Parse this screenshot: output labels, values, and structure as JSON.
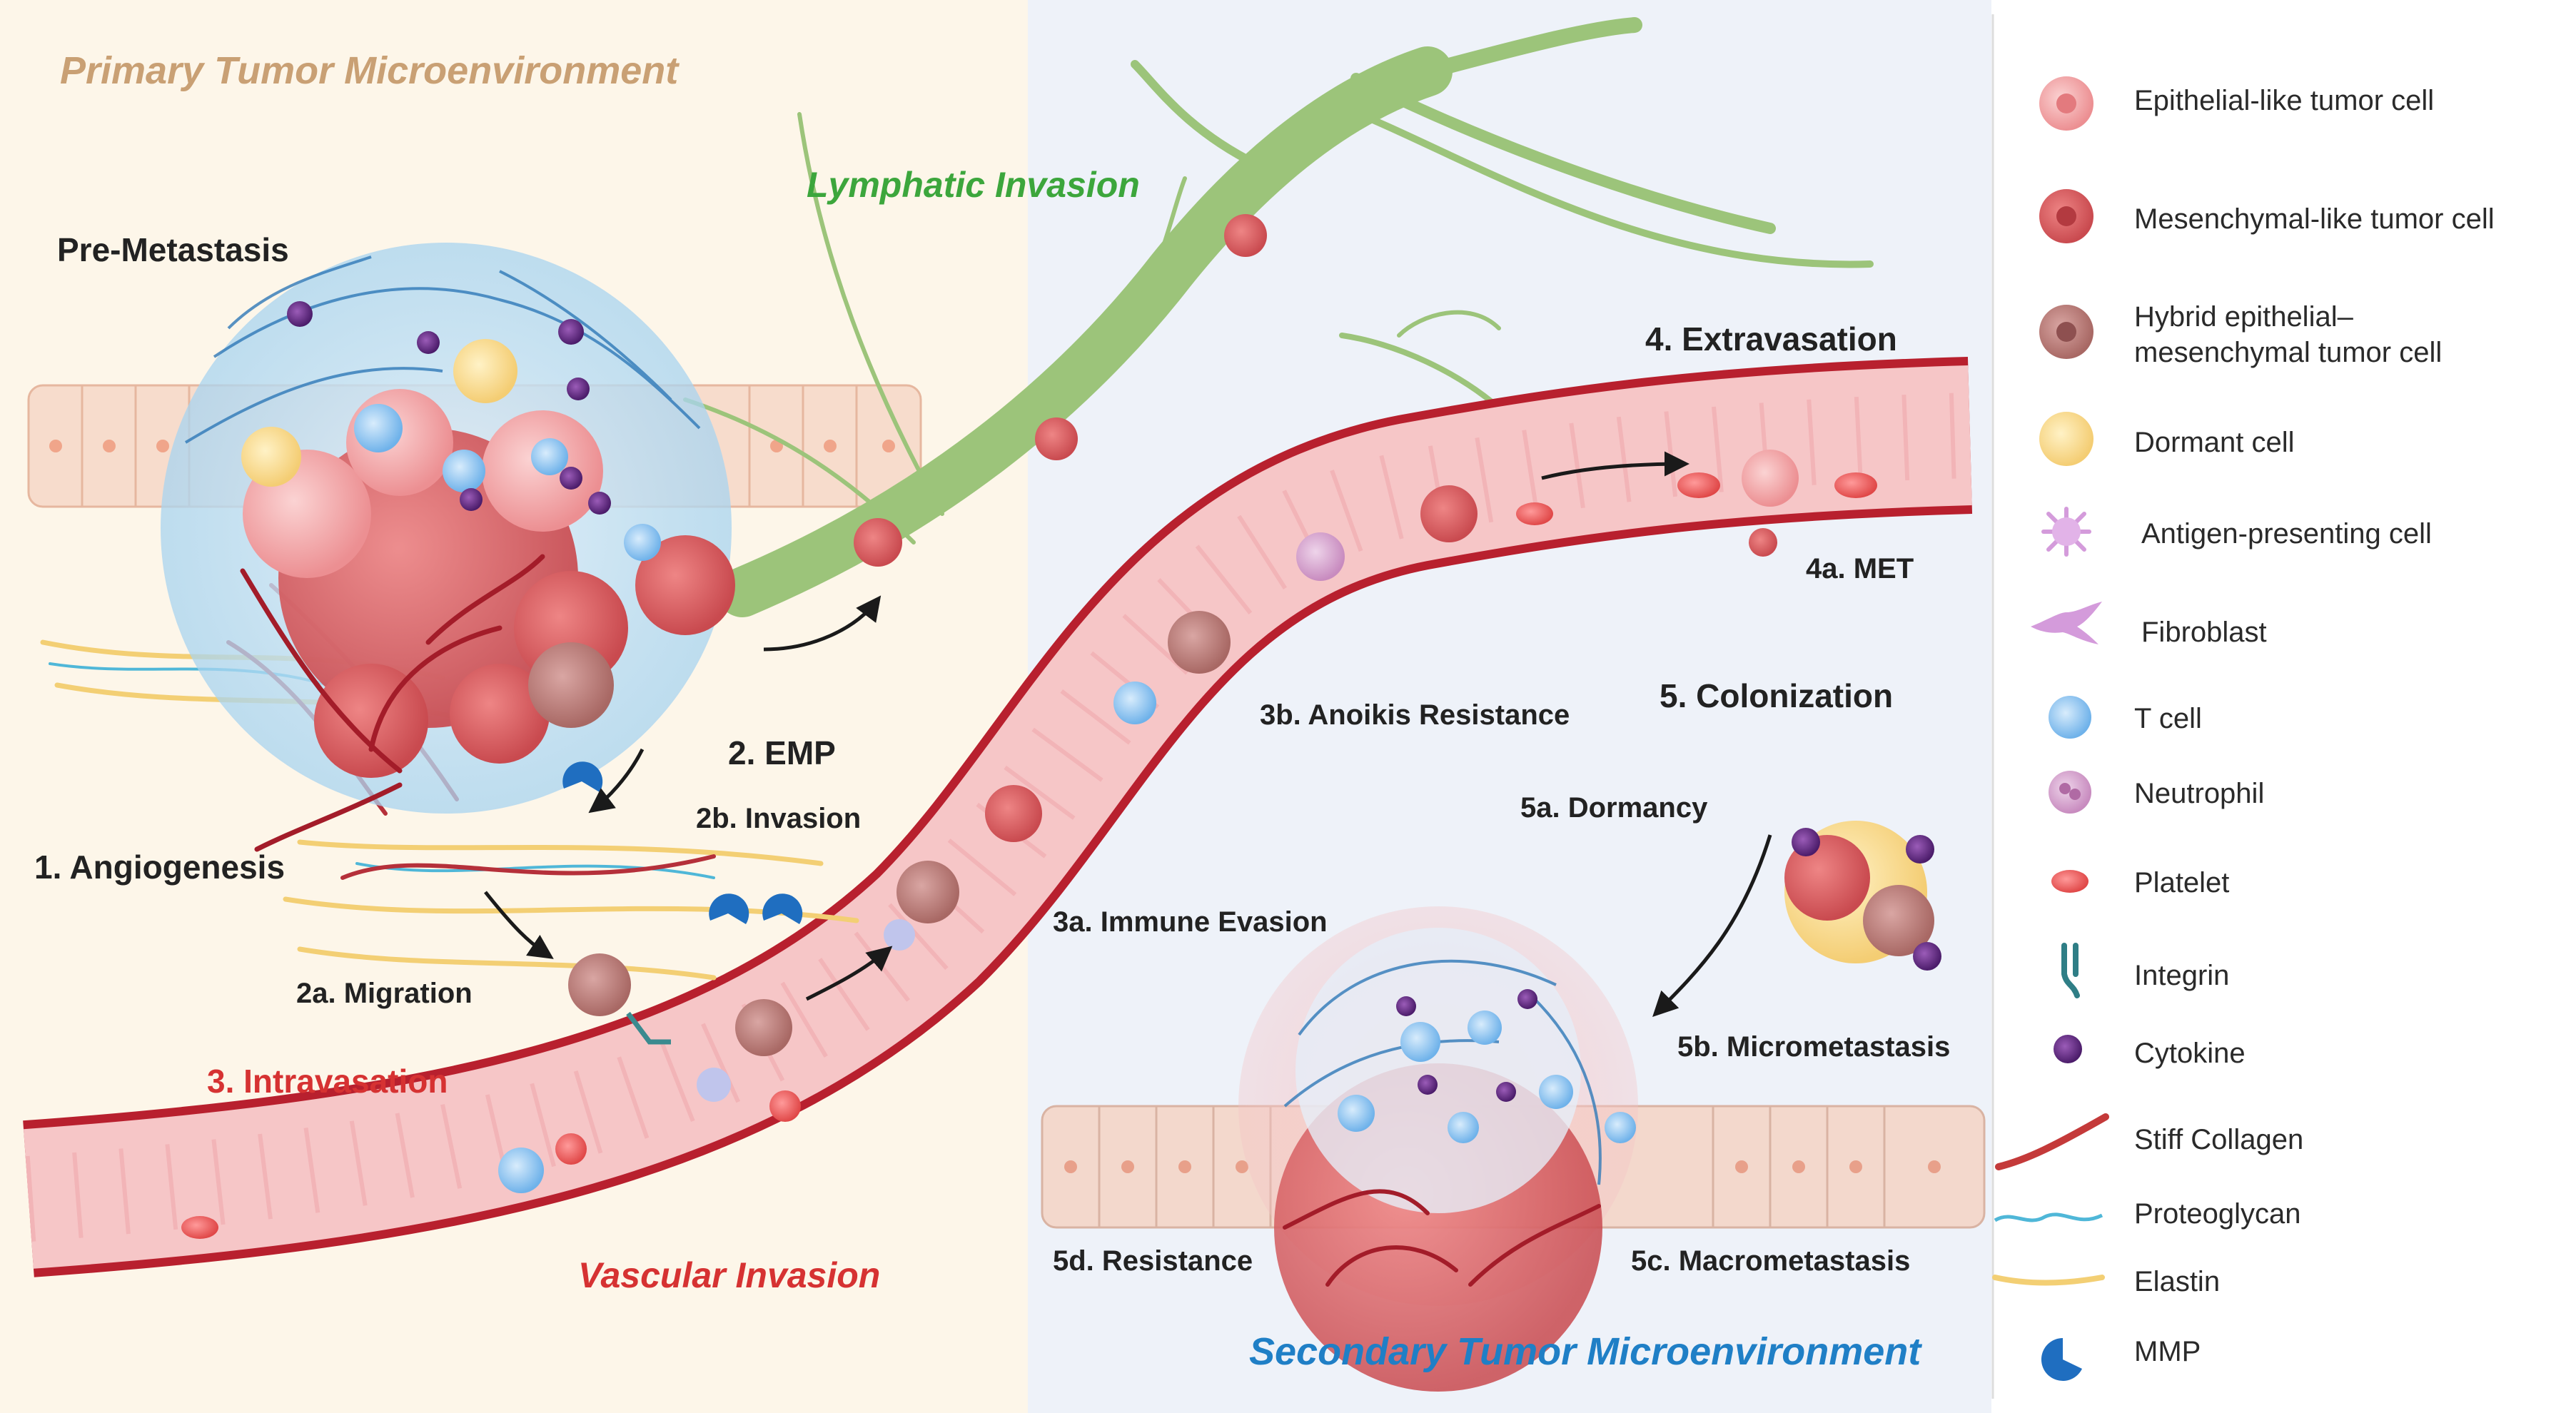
{
  "regions": {
    "primary": "Primary Tumor Microenvironment",
    "secondary": "Secondary Tumor Microenvironment",
    "lymphatic": "Lymphatic Invasion",
    "vascular": "Vascular Invasion"
  },
  "labels": {
    "pre_metastasis": "Pre-Metastasis",
    "angiogenesis": "1.  Angiogenesis",
    "emp": "2. EMP",
    "invasion_2b": "2b. Invasion",
    "migration_2a": "2a. Migration",
    "intravasation": "3. Intravasation",
    "immune_evasion_3a": "3a. Immune Evasion",
    "anoikis_3b": "3b. Anoikis Resistance",
    "extravasation": "4. Extravasation",
    "met_4a": "4a. MET",
    "colonization": "5. Colonization",
    "dormancy_5a": "5a. Dormancy",
    "micrometastasis_5b": "5b. Micrometastasis",
    "macrometastasis_5c": "5c. Macrometastasis",
    "resistance_5d": "5d. Resistance"
  },
  "legend": [
    {
      "icon": "epithelial-cell-icon",
      "label": "Epithelial-like tumor cell"
    },
    {
      "icon": "mesenchymal-cell-icon",
      "label": "Mesenchymal-like tumor cell"
    },
    {
      "icon": "hybrid-cell-icon",
      "label": "Hybrid epithelial–",
      "label2": "mesenchymal tumor cell"
    },
    {
      "icon": "dormant-cell-icon",
      "label": "Dormant cell"
    },
    {
      "icon": "antigen-presenting-cell-icon",
      "label": "Antigen-presenting cell"
    },
    {
      "icon": "fibroblast-icon",
      "label": "Fibroblast"
    },
    {
      "icon": "t-cell-icon",
      "label": "T cell"
    },
    {
      "icon": "neutrophil-icon",
      "label": "Neutrophil"
    },
    {
      "icon": "platelet-icon",
      "label": "Platelet"
    },
    {
      "icon": "integrin-icon",
      "label": "Integrin"
    },
    {
      "icon": "cytokine-icon",
      "label": "Cytokine"
    },
    {
      "icon": "stiff-collagen-icon",
      "label": "Stiff Collagen"
    },
    {
      "icon": "proteoglycan-icon",
      "label": "Proteoglycan"
    },
    {
      "icon": "elastin-icon",
      "label": "Elastin"
    },
    {
      "icon": "mmp-icon",
      "label": "MMP"
    }
  ],
  "colors": {
    "primary_bg": "#fdf6e9",
    "secondary_bg": "#eef2f9",
    "vessel_outer": "#b8202e",
    "vessel_inner": "#f4c2c4",
    "lymph": "#9cc47a",
    "primary_title": "#c9a074",
    "secondary_title": "#1f7fc6",
    "lymph_title": "#3ca63c",
    "red_title": "#d63232"
  }
}
